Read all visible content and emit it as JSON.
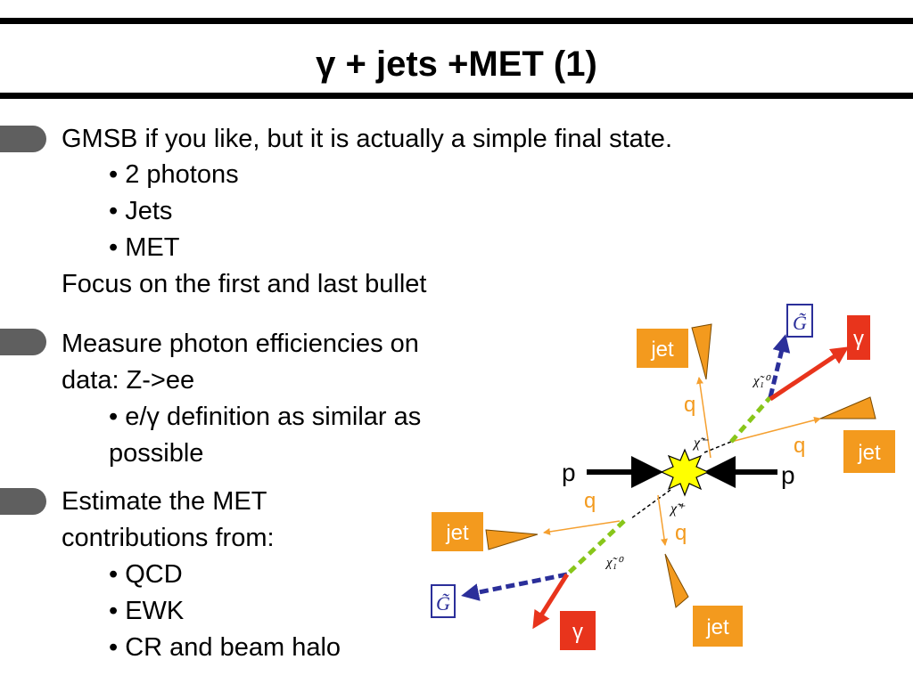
{
  "title": "γ + jets +MET (1)",
  "bullets": [
    {
      "text": "GMSB if you like, but it is actually a simple final state.",
      "subs": [
        "• 2 photons",
        "• Jets",
        "• MET"
      ],
      "note": "Focus on the first and last bullet"
    },
    {
      "lines": [
        "Measure photon efficiencies on",
        "data: Z->ee"
      ],
      "subs": [
        "• e/γ definition as similar as",
        "possible"
      ]
    },
    {
      "lines": [
        "Estimate the MET",
        "contributions from:"
      ],
      "subs": [
        "• QCD",
        "• EWK",
        "• CR and beam halo"
      ]
    }
  ],
  "diagram": {
    "jet": "jet",
    "q": "q",
    "p": "p",
    "gamma": "γ",
    "gravitino": "G̃",
    "neutralino": "χ̃₁⁰",
    "chargino_minus": "χ̃⁻",
    "chargino_plus": "χ̃⁺",
    "colors": {
      "jet_box": "#f39a1e",
      "gamma_box": "#e8341c",
      "photon_arrow": "#e8341c",
      "gravitino_arrow": "#2b2f9a",
      "neutralino_line": "#88c61a",
      "quark_line": "#f5a030",
      "jet_cone": "#f39a1e",
      "star": "#ffff00"
    }
  }
}
